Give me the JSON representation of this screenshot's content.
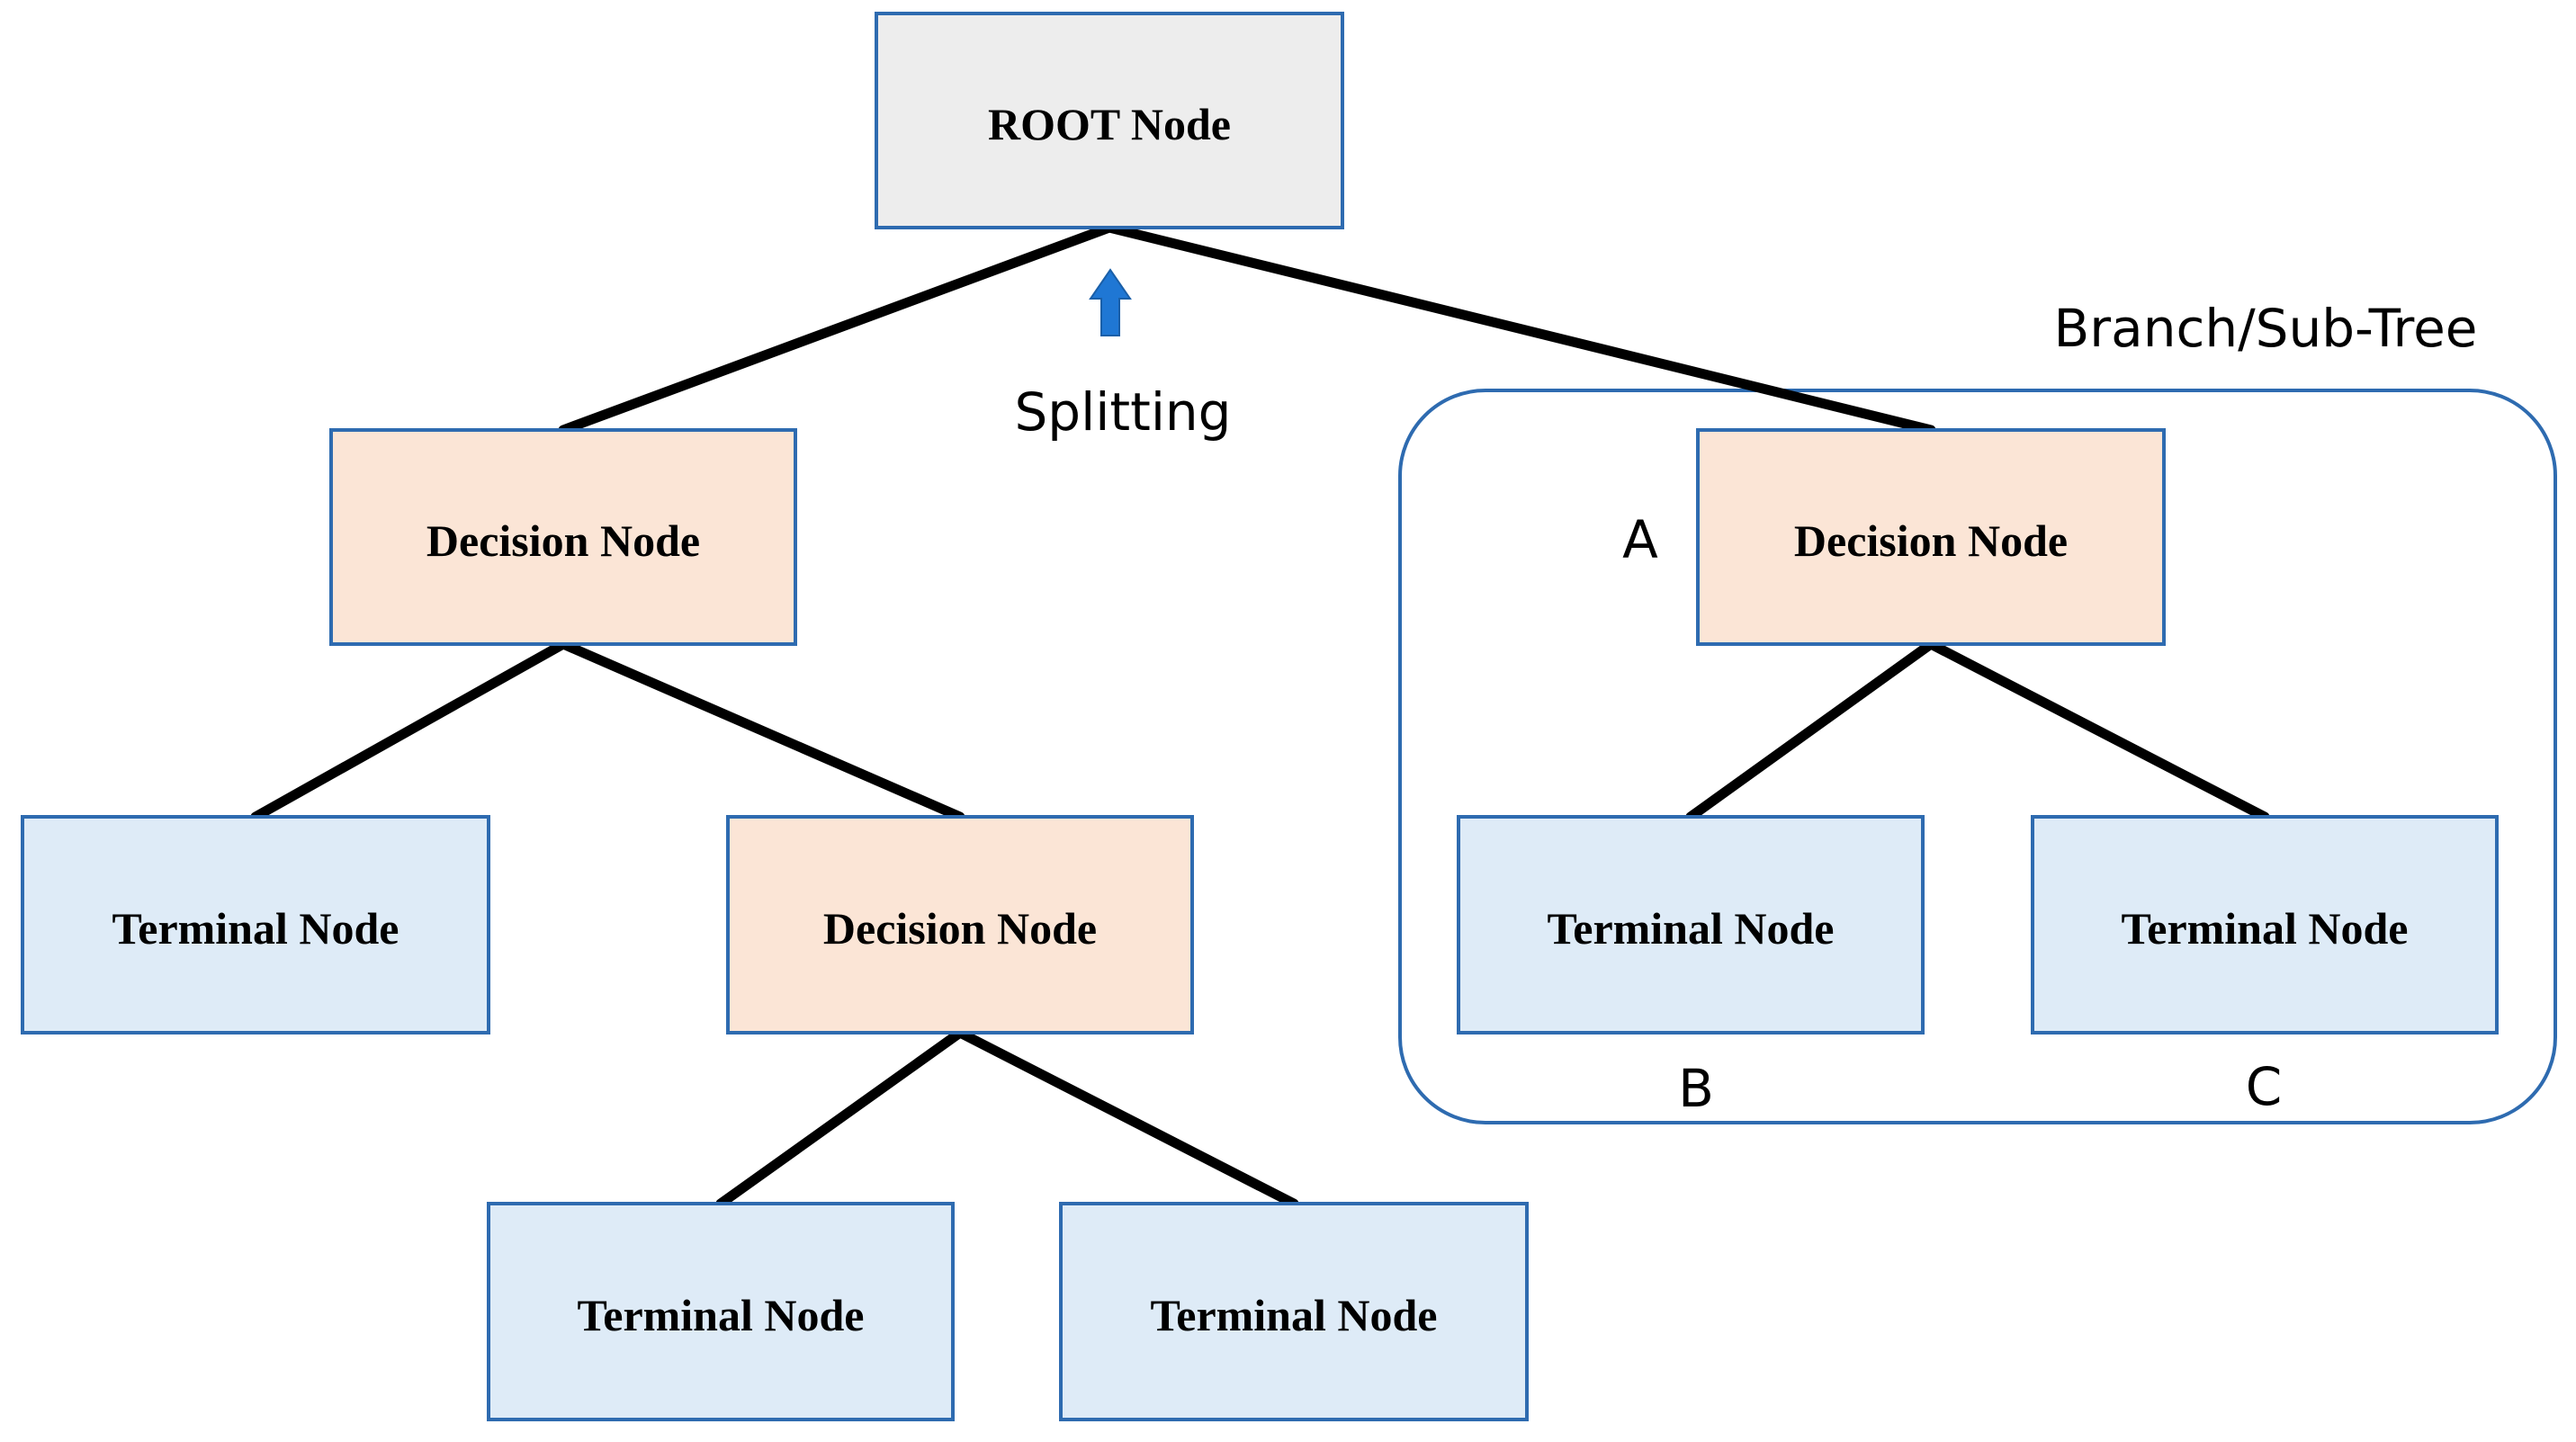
{
  "colors": {
    "root_fill": "#ededed",
    "decision_fill": "#fbe5d6",
    "terminal_fill": "#deebf7",
    "box_border": "#2e6bb0",
    "edge": "#000000",
    "arrow": "#1f77d4"
  },
  "nodes": {
    "root": {
      "label": "ROOT Node",
      "kind": "root"
    },
    "decision_left": {
      "label": "Decision Node",
      "kind": "decision"
    },
    "decision_right": {
      "label": "Decision Node",
      "kind": "decision"
    },
    "decision_mid": {
      "label": "Decision Node",
      "kind": "decision"
    },
    "terminal_1": {
      "label": "Terminal Node",
      "kind": "terminal"
    },
    "terminal_2": {
      "label": "Terminal Node",
      "kind": "terminal"
    },
    "terminal_3": {
      "label": "Terminal Node",
      "kind": "terminal"
    },
    "terminal_4": {
      "label": "Terminal Node",
      "kind": "terminal"
    },
    "terminal_5": {
      "label": "Terminal Node",
      "kind": "terminal"
    }
  },
  "edges": [
    [
      "root",
      "decision_left"
    ],
    [
      "root",
      "decision_right"
    ],
    [
      "decision_left",
      "terminal_1"
    ],
    [
      "decision_left",
      "decision_mid"
    ],
    [
      "decision_mid",
      "terminal_2"
    ],
    [
      "decision_mid",
      "terminal_3"
    ],
    [
      "decision_right",
      "terminal_4"
    ],
    [
      "decision_right",
      "terminal_5"
    ]
  ],
  "labels": {
    "splitting": "Splitting",
    "branch": "Branch/Sub-Tree",
    "a": "A",
    "b": "B",
    "c": "C"
  }
}
